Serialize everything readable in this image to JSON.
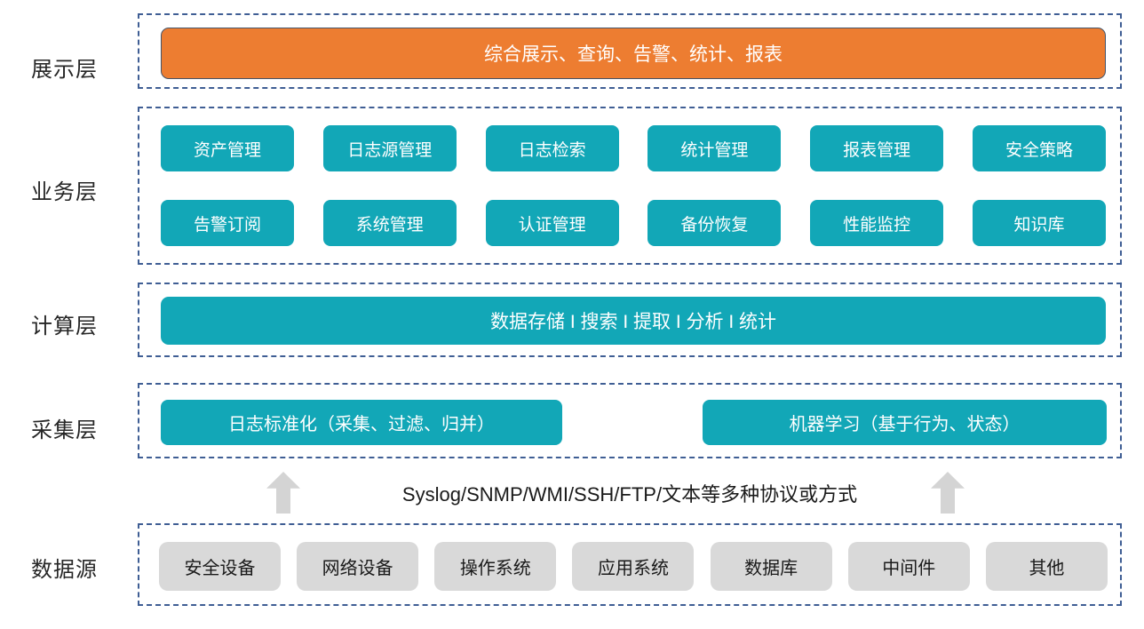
{
  "colors": {
    "accent_orange": "#ed7d31",
    "accent_teal": "#12a7b7",
    "gray_box": "#d9d9d9",
    "dashed_border": "#3f5e94",
    "arrow_gray": "#d4d4d4"
  },
  "layers": {
    "presentation": {
      "label": "展示层",
      "box": "综合展示、查询、告警、统计、报表"
    },
    "business": {
      "label": "业务层",
      "row1": [
        "资产管理",
        "日志源管理",
        "日志检索",
        "统计管理",
        "报表管理",
        "安全策略"
      ],
      "row2": [
        "告警订阅",
        "系统管理",
        "认证管理",
        "备份恢复",
        "性能监控",
        "知识库"
      ]
    },
    "compute": {
      "label": "计算层",
      "box": "数据存储 I 搜索 I 提取 I 分析 I 统计"
    },
    "collection": {
      "label": "采集层",
      "left_box": "日志标准化（采集、过滤、归并）",
      "right_box": "机器学习（基于行为、状态）"
    },
    "transport": {
      "text": "Syslog/SNMP/WMI/SSH/FTP/文本等多种协议或方式"
    },
    "datasource": {
      "label": "数据源",
      "items": [
        "安全设备",
        "网络设备",
        "操作系统",
        "应用系统",
        "数据库",
        "中间件",
        "其他"
      ]
    }
  }
}
